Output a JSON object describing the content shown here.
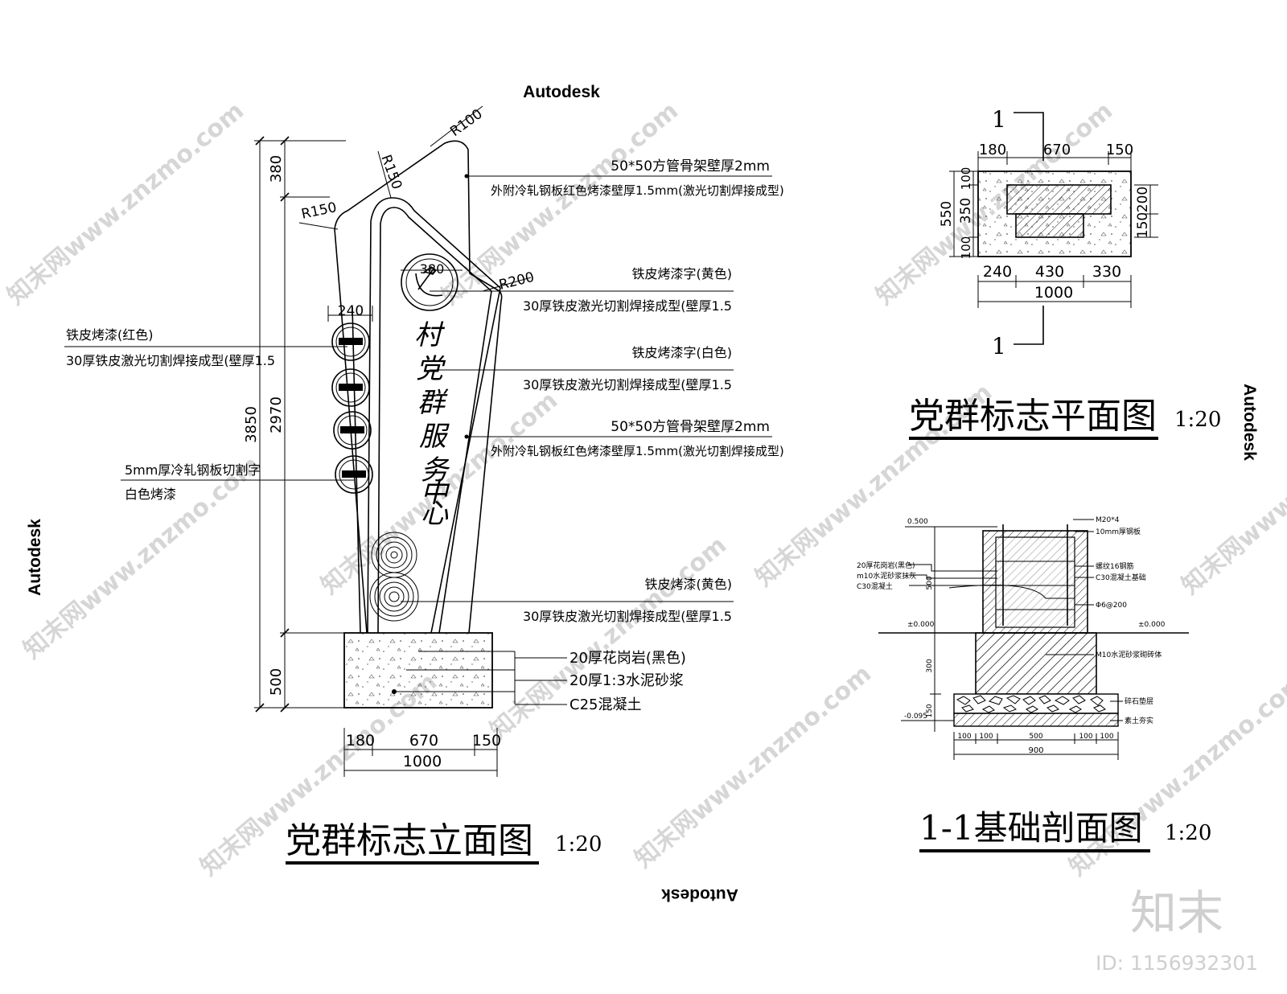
{
  "autodesk": "Autodesk",
  "watermark_site": "知末网www.znzmo.com",
  "brand": {
    "logo": "知末",
    "id": "ID: 1156932301"
  },
  "elevation": {
    "title": "党群标志立面图",
    "scale": "1:20",
    "dims_left": {
      "total": "3850",
      "a": "380",
      "b": "2970",
      "c": "500"
    },
    "radii": {
      "r100": "R100",
      "r150a": "R150",
      "r150b": "R150",
      "r200": "R200"
    },
    "d240": "240",
    "d380": "380",
    "dims_bottom": {
      "a": "180",
      "b": "670",
      "c": "150",
      "total": "1000"
    },
    "vertical_text": [
      "村",
      "党",
      "群",
      "服",
      "务",
      "中",
      "心"
    ],
    "notes_right": [
      {
        "l1": "50*50方管骨架壁厚2mm",
        "l2": "外附冷轧钢板红色烤漆壁厚1.5mm(激光切割焊接成型)"
      },
      {
        "l1": "铁皮烤漆字(黄色)",
        "l2": "30厚铁皮激光切割焊接成型(壁厚1.5"
      },
      {
        "l1": "铁皮烤漆字(白色)",
        "l2": "30厚铁皮激光切割焊接成型(壁厚1.5"
      },
      {
        "l1": "50*50方管骨架壁厚2mm",
        "l2": "外附冷轧钢板红色烤漆壁厚1.5mm(激光切割焊接成型)"
      },
      {
        "l1": "铁皮烤漆(黄色)",
        "l2": "30厚铁皮激光切割焊接成型(壁厚1.5"
      }
    ],
    "notes_left": [
      {
        "l1": "铁皮烤漆(红色)",
        "l2": "30厚铁皮激光切割焊接成型(壁厚1.5"
      },
      {
        "l1": "5mm厚冷轧钢板切割字",
        "l2": "白色烤漆"
      }
    ],
    "base_notes": [
      "20厚花岗岩(黑色)",
      "20厚1:3水泥砂浆",
      "C25混凝土"
    ]
  },
  "plan": {
    "title": "党群标志平面图",
    "scale": "1:20",
    "section_mark": "1",
    "top_dims": [
      "180",
      "670",
      "150"
    ],
    "left_dims": {
      "total": "550",
      "a": "100",
      "b": "350",
      "c": "100"
    },
    "right_dims": [
      "150",
      "200"
    ],
    "bottom_dims": [
      "240",
      "430",
      "330"
    ],
    "bottom_total": "1000"
  },
  "section": {
    "title": "1-1基础剖面图",
    "scale": "1:20",
    "labels": {
      "elev_top": "0.500",
      "elev_zero": "±0.000",
      "elev_zero_r": "±0.000",
      "elev_bottom": "-0.095",
      "bolt": "M20*4",
      "plate": "10mm厚钢板",
      "stone": "20厚花岗岩(黑色)",
      "mortar": "m10水泥砂浆抹灰",
      "concrete": "C30混凝土",
      "rebar1": "螺纹16钢筋",
      "rebar2": "C30混凝土基础",
      "rebar3": "Φ6@200",
      "brick": "M10水泥砂浆砌砖体",
      "gravel": "碎石垫层",
      "soil": "素土夯实"
    },
    "vdims": [
      "500",
      "300",
      "150"
    ],
    "bottom_dims": [
      "100",
      "100",
      "500",
      "100",
      "100"
    ],
    "bottom_total": "900"
  }
}
